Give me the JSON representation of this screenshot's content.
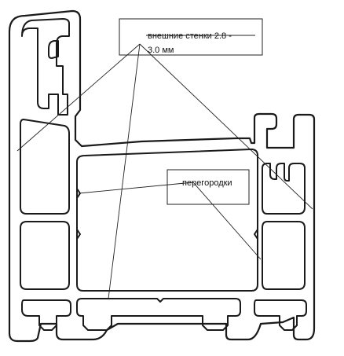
{
  "callouts": {
    "walls_label_line1": "внешние стенки 2.8 -",
    "walls_label_line2": "3.0 мм",
    "partitions_label": "перегородки"
  },
  "colors": {
    "stroke": "#1a1a1a",
    "background": "#ffffff",
    "leader": "#222222"
  }
}
